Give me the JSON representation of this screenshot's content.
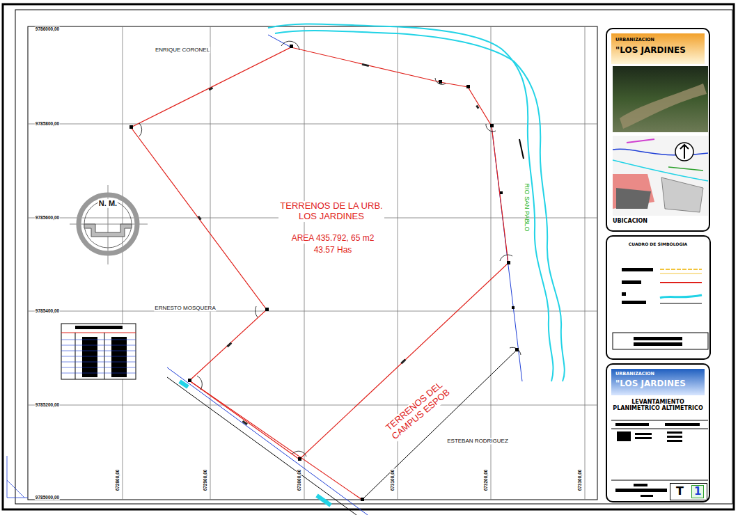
{
  "diagram": {
    "nodes": [
      {
        "text": [
          "UBICACION"
        ]
      },
      {
        "text": [
          "URBANIZACION",
          "\"LOS JARDINES"
        ],
        "in": 0
      },
      {
        "text": [
          "CUADRO DE SIMBOLOGIA"
        ]
      },
      {
        "text": [
          "LEVANTAMIENTO PLANIMETRICO ALTIMETRICO"
        ]
      },
      {
        "text": [
          "URBANIZACION",
          "\"LOS JARDINES"
        ],
        "in": 3
      },
      {
        "text": [
          "T",
          "1"
        ],
        "in": 3
      }
    ],
    "labels": [
      "ENRIQUE CORONEL",
      "ERNESTO MOSQUERA",
      "ESTEBAN RODRIGUEZ",
      "TERRENOS DE LA URB. LOS JARDINES",
      "AREA 435.792, 65 m2",
      "43.57 Has",
      "TERRENOS DEL CAMPUS ESPOB",
      "RIO SAN PABLO",
      "N. M.",
      "9786000,00",
      "9785800,00",
      "9785600,00",
      "9785400,00",
      "9785200,00",
      "9785000,00",
      "672800,00",
      "672900,00",
      "673000,00",
      "673100,00",
      "673200,00",
      "673300,00"
    ]
  }
}
